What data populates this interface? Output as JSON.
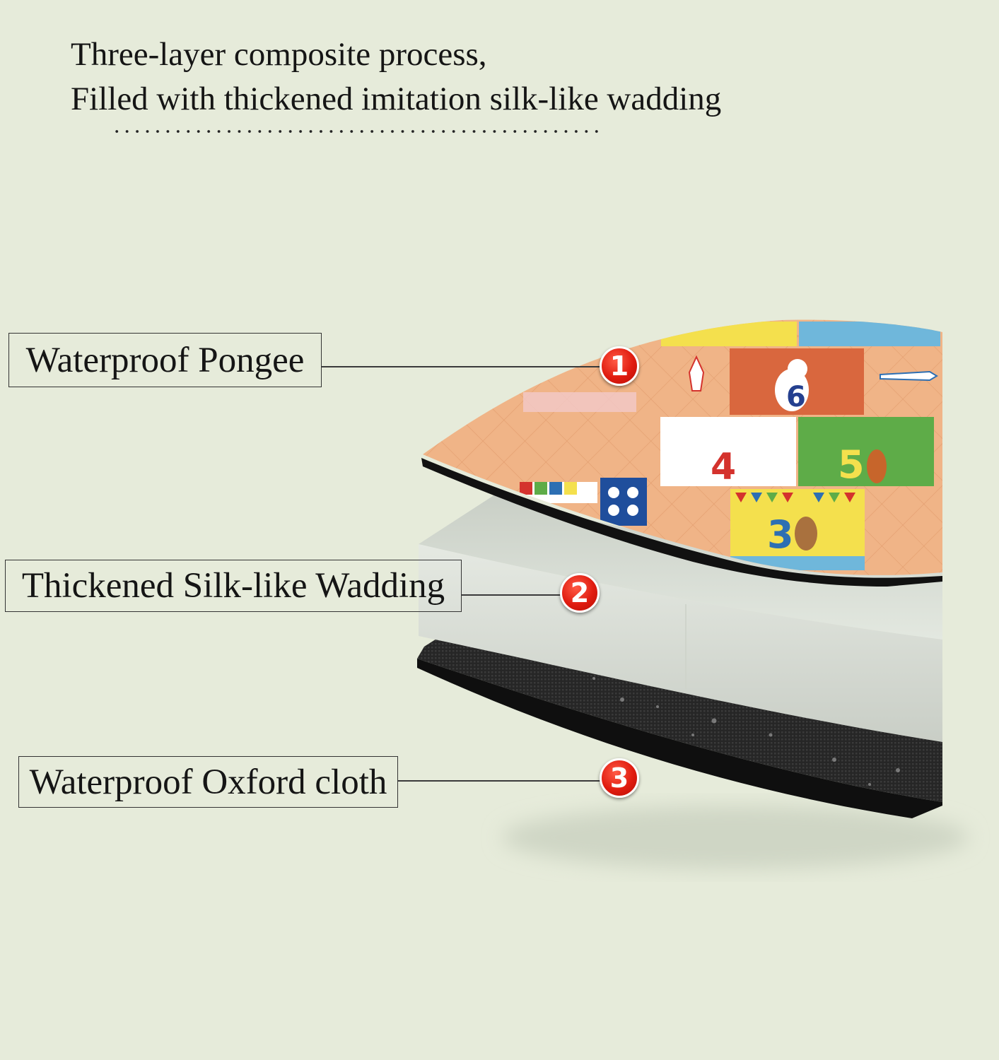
{
  "headline": {
    "line1": "Three-layer composite process,",
    "line2": "Filled with thickened imitation silk-like wadding"
  },
  "layers": [
    {
      "number": "1",
      "label": "Waterproof Pongee"
    },
    {
      "number": "2",
      "label": "Thickened Silk-like Wadding"
    },
    {
      "number": "3",
      "label": "Waterproof Oxford cloth"
    }
  ],
  "mat_digits": [
    "6",
    "4",
    "5",
    "3"
  ],
  "colors": {
    "background": "#e6ebda",
    "badge": "#e01c10",
    "pongee": "#f0b487",
    "wadding": "#d9dfd5",
    "oxford": "#1d1d1d"
  }
}
